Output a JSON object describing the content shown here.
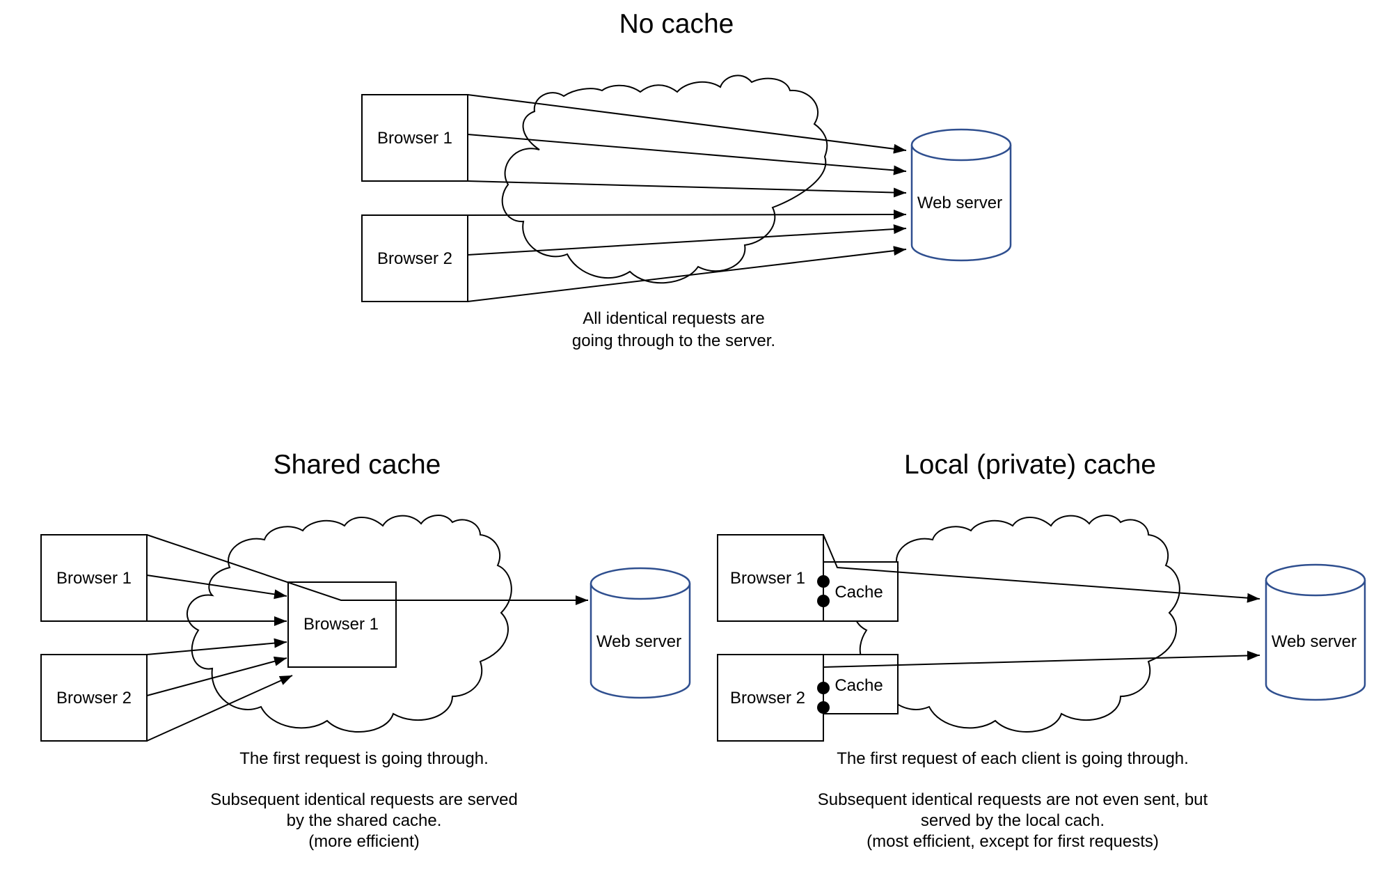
{
  "panels": {
    "no_cache": {
      "title": "No cache",
      "browser1": "Browser 1",
      "browser2": "Browser 2",
      "server": "Web server",
      "caption": [
        "All identical requests are",
        "going through to the server."
      ]
    },
    "shared_cache": {
      "title": "Shared cache",
      "browser1": "Browser 1",
      "browser2": "Browser 2",
      "proxy": "Browser 1",
      "server": "Web server",
      "caption": [
        "The first request is going through.",
        "",
        "Subsequent identical requests are served",
        "by the shared cache.",
        "(more efficient)"
      ]
    },
    "local_cache": {
      "title": "Local (private) cache",
      "browser1": "Browser 1",
      "browser2": "Browser 2",
      "cache1": "Cache",
      "cache2": "Cache",
      "server": "Web server",
      "caption": [
        "The first request of each client is going through.",
        "",
        "Subsequent identical requests are not even sent, but",
        "served by the local cach.",
        "(most efficient, except for first requests)"
      ]
    }
  }
}
